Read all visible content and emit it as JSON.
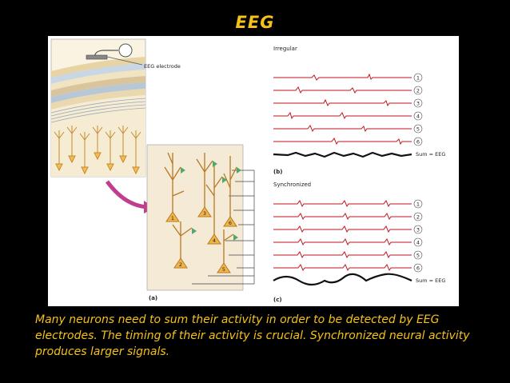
{
  "slide": {
    "title": "EEG",
    "caption": "Many neurons need to sum their activity in order to be detected by EEG electrodes.  The timing of their activity is crucial.  Synchronized neural activity produces larger signals."
  },
  "figure": {
    "panel_a_label": "(a)",
    "panel_b_label": "(b)",
    "panel_c_label": "(c)",
    "electrode_label": "EEG electrode",
    "irregular_title": "Irregular",
    "synchronized_title": "Synchronized",
    "trace_numbers": [
      "1",
      "2",
      "3",
      "4",
      "5",
      "6"
    ],
    "sum_label": "Sum = EEG",
    "neuron_numbers": [
      "1",
      "2",
      "3",
      "4",
      "5",
      "6"
    ]
  },
  "colors": {
    "background": "#000000",
    "accent_text": "#f5c21a",
    "trace": "#c0161f",
    "neuron": "#e0a63a",
    "arrow": "#c13e8e",
    "panel_bg": "#f4ead6"
  }
}
